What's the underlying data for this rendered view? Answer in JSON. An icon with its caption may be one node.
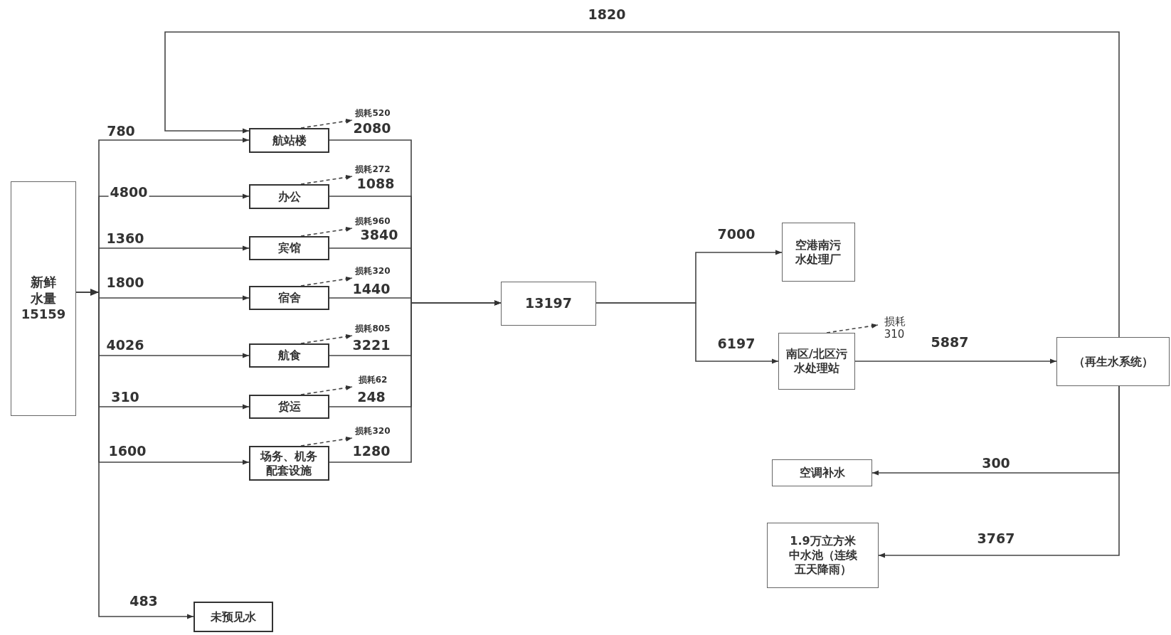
{
  "diagram": {
    "nodes": [
      {
        "text": [
          "新鲜水量",
          "15159"
        ]
      },
      {
        "text": [
          "航站楼"
        ]
      },
      {
        "text": [
          "办公"
        ]
      },
      {
        "text": [
          "宾馆"
        ]
      },
      {
        "text": [
          "宿舍"
        ]
      },
      {
        "text": [
          "航食"
        ]
      },
      {
        "text": [
          "货运"
        ]
      },
      {
        "text": [
          "场务、机务配套设施"
        ]
      },
      {
        "text": [
          "未预见水"
        ]
      },
      {
        "text": [
          "13197"
        ]
      },
      {
        "text": [
          "空港南污水处理厂"
        ]
      },
      {
        "text": [
          "南区/北区污水处理站"
        ]
      },
      {
        "text": [
          "（再生水系统）"
        ]
      },
      {
        "text": [
          "空调补水"
        ]
      },
      {
        "text": [
          "1.9万立方米中水池（连续五天降雨）"
        ]
      }
    ],
    "edges": [
      {
        "from": 0,
        "to": 1,
        "arrow": "to",
        "label": "780"
      },
      {
        "from": 0,
        "to": 2,
        "arrow": "to",
        "label": "4800"
      },
      {
        "from": 0,
        "to": 3,
        "arrow": "to",
        "label": "1360"
      },
      {
        "from": 0,
        "to": 4,
        "arrow": "to",
        "label": "1800"
      },
      {
        "from": 0,
        "to": 5,
        "arrow": "to",
        "label": "4026"
      },
      {
        "from": 0,
        "to": 6,
        "arrow": "to",
        "label": "310"
      },
      {
        "from": 0,
        "to": 7,
        "arrow": "to",
        "label": "1600"
      },
      {
        "from": 0,
        "to": 8,
        "arrow": "to",
        "label": "483"
      },
      {
        "from": 1,
        "to": 9,
        "arrow": "to",
        "label": "2080"
      },
      {
        "from": 2,
        "to": 9,
        "arrow": "to",
        "label": "1088"
      },
      {
        "from": 3,
        "to": 9,
        "arrow": "to",
        "label": "3840"
      },
      {
        "from": 4,
        "to": 9,
        "arrow": "to",
        "label": "1440"
      },
      {
        "from": 5,
        "to": 9,
        "arrow": "to",
        "label": "3221"
      },
      {
        "from": 6,
        "to": 9,
        "arrow": "to",
        "label": "248"
      },
      {
        "from": 7,
        "to": 9,
        "arrow": "to",
        "label": "1280"
      },
      {
        "from": 9,
        "to": 10,
        "arrow": "to",
        "label": "7000"
      },
      {
        "from": 9,
        "to": 11,
        "arrow": "to",
        "label": "6197"
      },
      {
        "from": 11,
        "to": 12,
        "arrow": "to",
        "label": "5887"
      },
      {
        "from": 12,
        "to": 1,
        "arrow": "to",
        "label": "1820"
      },
      {
        "from": 12,
        "to": 13,
        "arrow": "to",
        "label": "300"
      },
      {
        "from": 12,
        "to": 14,
        "arrow": "to",
        "label": "3767"
      },
      {
        "from": 1,
        "to": null,
        "arrow": "to",
        "label": "损耗520",
        "style": "dashed"
      },
      {
        "from": 2,
        "to": null,
        "arrow": "to",
        "label": "损耗272",
        "style": "dashed"
      },
      {
        "from": 3,
        "to": null,
        "arrow": "to",
        "label": "损耗960",
        "style": "dashed"
      },
      {
        "from": 4,
        "to": null,
        "arrow": "to",
        "label": "损耗320",
        "style": "dashed"
      },
      {
        "from": 5,
        "to": null,
        "arrow": "to",
        "label": "损耗805",
        "style": "dashed"
      },
      {
        "from": 6,
        "to": null,
        "arrow": "to",
        "label": "损耗62",
        "style": "dashed"
      },
      {
        "from": 7,
        "to": null,
        "arrow": "to",
        "label": "损耗320",
        "style": "dashed"
      },
      {
        "from": 11,
        "to": null,
        "arrow": "to",
        "label": "损耗310",
        "style": "dashed"
      }
    ]
  }
}
